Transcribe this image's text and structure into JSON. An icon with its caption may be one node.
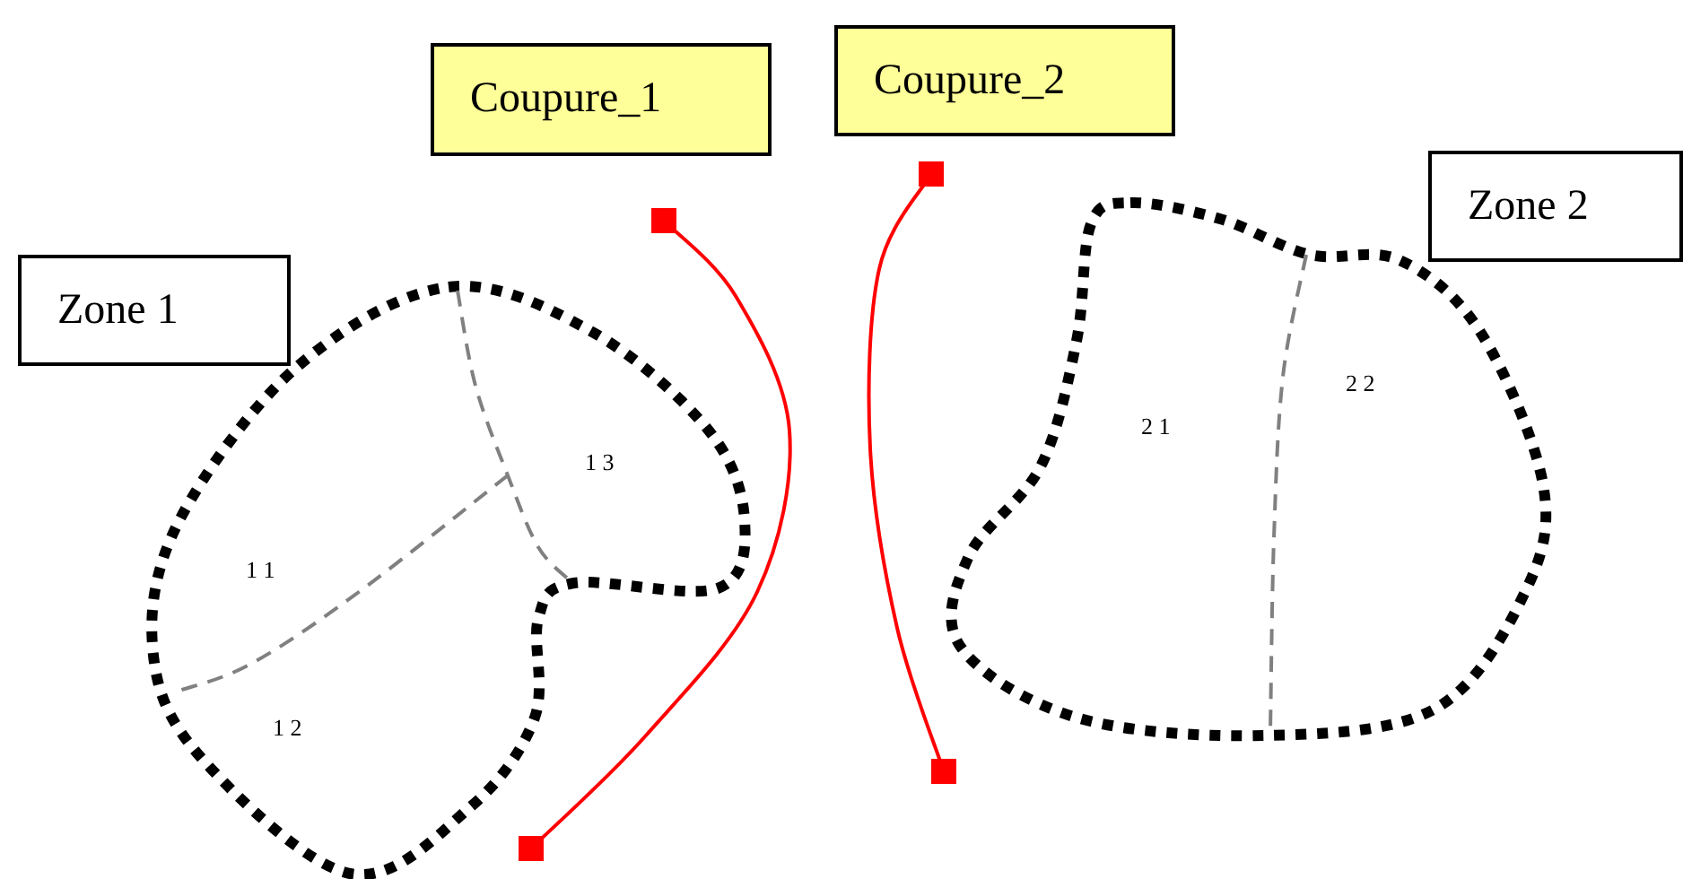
{
  "diagram": {
    "nodes": [
      {
        "text": [
          "Coupure_1"
        ]
      },
      {
        "text": [
          "Coupure_2"
        ]
      },
      {
        "text": [
          "Zone 1"
        ]
      },
      {
        "text": [
          "Zone 2"
        ]
      }
    ],
    "labels": [
      "1 3",
      "1 1",
      "1 2",
      "2 2",
      "2 1"
    ]
  }
}
